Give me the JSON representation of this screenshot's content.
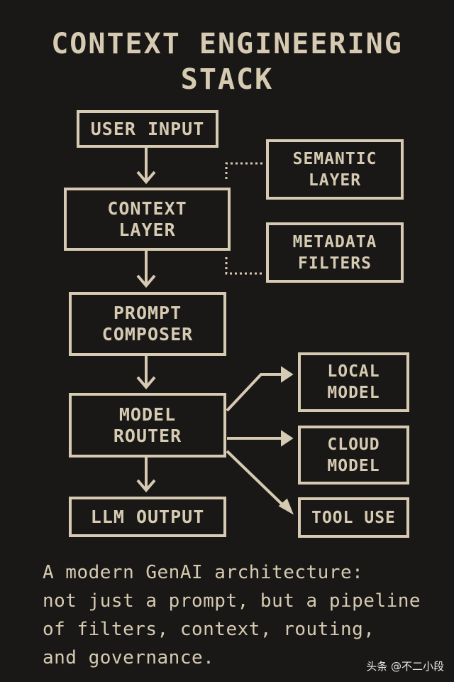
{
  "title": {
    "line1": "CONTEXT ENGINEERING",
    "line2": "STACK"
  },
  "nodes": {
    "user_input": [
      "USER INPUT"
    ],
    "context_layer": [
      "CONTEXT",
      "LAYER"
    ],
    "semantic_layer": [
      "SEMANTIC",
      "LAYER"
    ],
    "metadata_filters": [
      "METADATA",
      "FILTERS"
    ],
    "prompt_composer": [
      "PROMPT",
      "COMPOSER"
    ],
    "model_router": [
      "MODEL",
      "ROUTER"
    ],
    "llm_output": [
      "LLM OUTPUT"
    ],
    "local_model": [
      "LOCAL",
      "MODEL"
    ],
    "cloud_model": [
      "CLOUD",
      "MODEL"
    ],
    "tool_use": [
      "TOOL USE"
    ]
  },
  "caption": [
    "A modern GenAI architecture:",
    "not just a prompt, but a pipeline",
    "of filters, context, routing,",
    "and governance."
  ],
  "watermark": "头条 @不二小段",
  "colors": {
    "background": "#1a1816",
    "foreground": "#d6cbb2"
  }
}
